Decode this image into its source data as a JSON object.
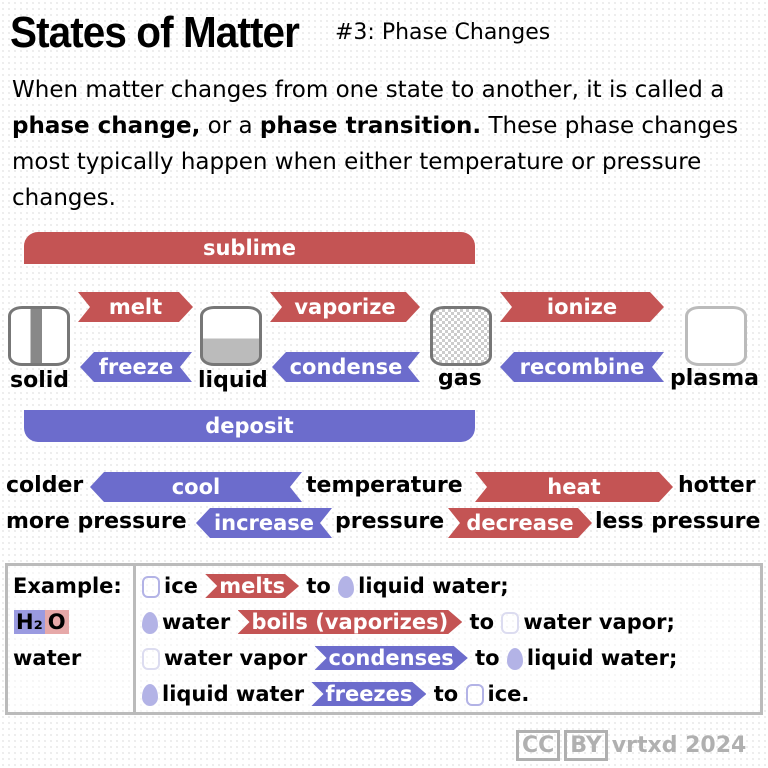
{
  "title": "States of Matter",
  "subtitle": "#3: Phase Changes",
  "intro": {
    "p1": "When matter changes from one state to another, it is called a ",
    "term1": "phase change,",
    "p2": " or a ",
    "term2": "phase transition.",
    "p3": " These phase changes most typically happen when either temperature or pressure changes."
  },
  "states": {
    "solid": "solid",
    "liquid": "liquid",
    "gas": "gas",
    "plasma": "plasma"
  },
  "transitions": {
    "sublime": "sublime",
    "melt": "melt",
    "vaporize": "vaporize",
    "ionize": "ionize",
    "freeze": "freeze",
    "condense": "condense",
    "recombine": "recombine",
    "deposit": "deposit"
  },
  "temperature_row": {
    "left": "colder",
    "cool": "cool",
    "middle": "temperature",
    "heat": "heat",
    "right": "hotter"
  },
  "pressure_row": {
    "left": "more pressure",
    "increase": "increase",
    "middle": "pressure",
    "decrease": "decrease",
    "right": "less pressure"
  },
  "example": {
    "label": "Example:",
    "formula_h": "H₂",
    "formula_o": "O",
    "substance": "water",
    "l1": {
      "a": "ice",
      "verb": "melts",
      "b": "to",
      "c": "liquid water;"
    },
    "l2": {
      "a": "water",
      "verb": "boils (vaporizes)",
      "b": "to",
      "c": "water vapor;"
    },
    "l3": {
      "a": "water vapor",
      "verb": "condenses",
      "b": "to",
      "c": "liquid water;"
    },
    "l4": {
      "a": "liquid water",
      "verb": "freezes",
      "b": "to",
      "c": "ice."
    }
  },
  "footer": {
    "license_cc": "CC",
    "license_by": "BY",
    "author": "vrtxd 2024"
  },
  "colors": {
    "heat": "#c45454",
    "cool": "#6c6ccc"
  }
}
